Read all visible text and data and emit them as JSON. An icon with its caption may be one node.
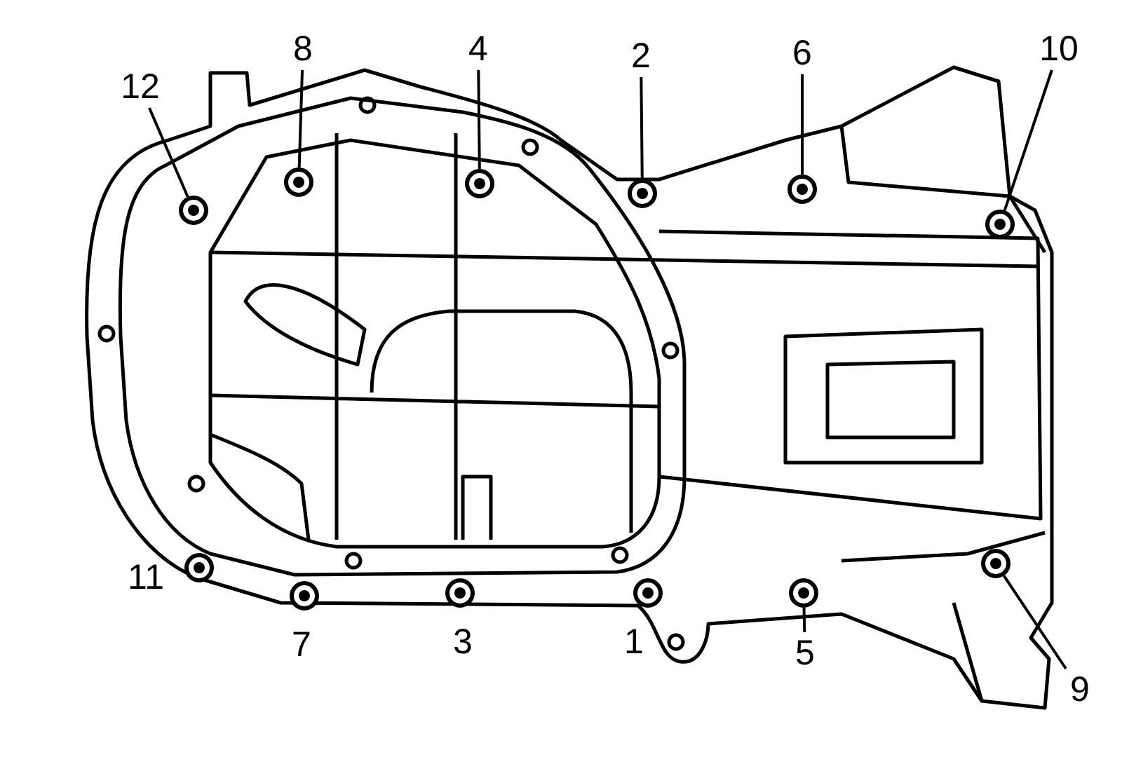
{
  "diagram": {
    "nodes": [
      {
        "text": [
          "12"
        ]
      },
      {
        "text": [
          "8"
        ]
      },
      {
        "text": [
          "4"
        ]
      },
      {
        "text": [
          "2"
        ]
      },
      {
        "text": [
          "6"
        ]
      },
      {
        "text": [
          "10"
        ]
      },
      {
        "text": [
          "5"
        ]
      },
      {
        "text": [
          "9"
        ]
      },
      {
        "text": [],
        "shape": "circle"
      },
      {
        "text": [],
        "shape": "circle"
      },
      {
        "text": [],
        "shape": "circle"
      },
      {
        "text": [],
        "shape": "circle"
      },
      {
        "text": [],
        "shape": "circle"
      },
      {
        "text": [],
        "shape": "circle"
      },
      {
        "text": [],
        "shape": "circle"
      },
      {
        "text": [],
        "shape": "circle"
      }
    ],
    "edges": [
      {
        "from": 0,
        "to": 8,
        "arrow": "none"
      },
      {
        "from": 1,
        "to": 9,
        "arrow": "none"
      },
      {
        "from": 2,
        "to": 10,
        "arrow": "none"
      },
      {
        "from": 3,
        "to": 11,
        "arrow": "none"
      },
      {
        "from": 4,
        "to": 12,
        "arrow": "none"
      },
      {
        "from": 5,
        "to": 13,
        "arrow": "none"
      },
      {
        "from": 6,
        "to": 14,
        "arrow": "none"
      },
      {
        "from": 7,
        "to": 15,
        "arrow": "none"
      }
    ],
    "labels": [
      "11",
      "7",
      "3",
      "1"
    ]
  }
}
